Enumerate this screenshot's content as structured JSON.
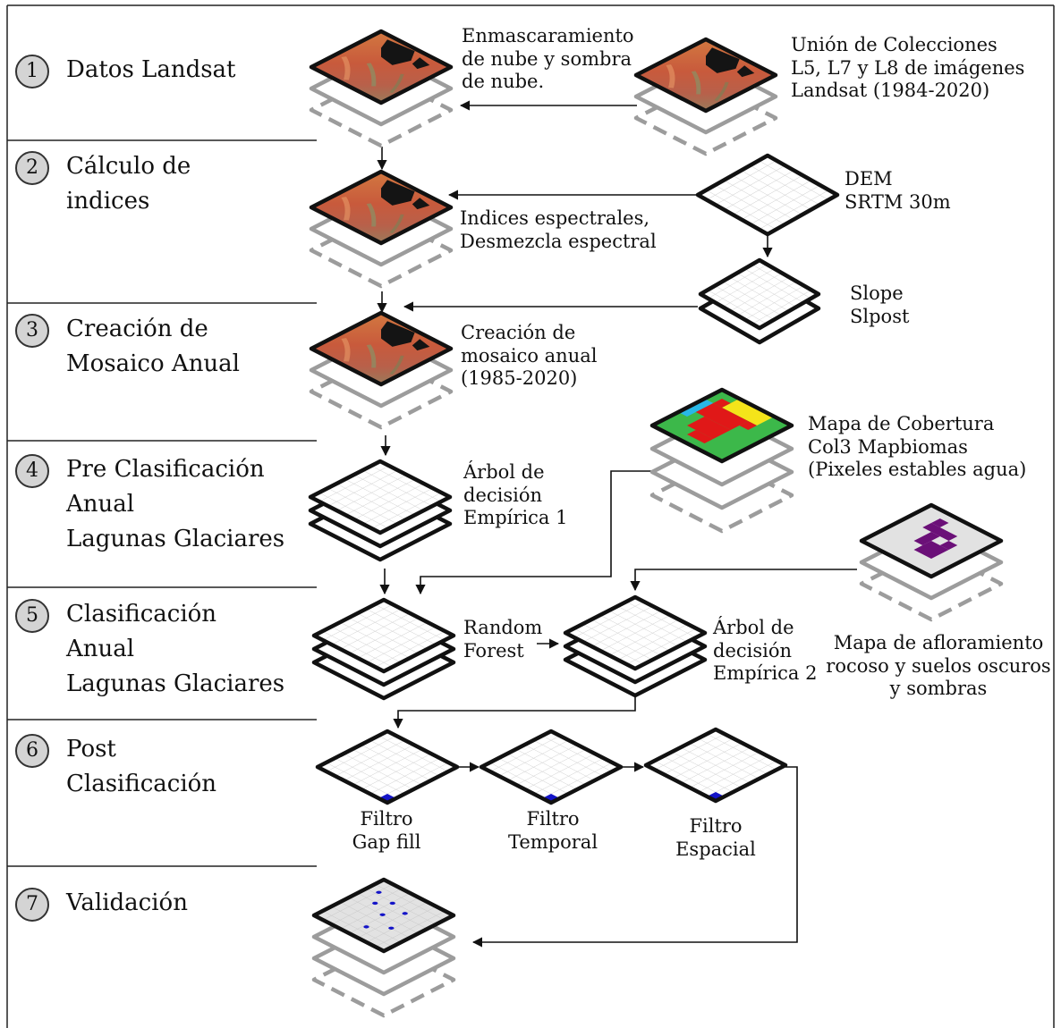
{
  "steps": [
    {
      "number": "1",
      "title": "Datos Landsat"
    },
    {
      "number": "2",
      "title": "Cálculo de\nindices"
    },
    {
      "number": "3",
      "title": "Creación de\nMosaico Anual"
    },
    {
      "number": "4",
      "title": "Pre Clasificación\nAnual\nLagunas Glaciares"
    },
    {
      "number": "5",
      "title": "Clasificación\nAnual\nLagunas Glaciares"
    },
    {
      "number": "6",
      "title": "Post\nClasificación"
    },
    {
      "number": "7",
      "title": "Validación"
    }
  ],
  "notes": {
    "cloud_mask": "Enmascaramiento\nde nube y sombra\nde nube.",
    "collections": "Unión de Colecciones\nL5, L7 y L8 de imágenes\nLandsat (1984-2020)",
    "indices": "Indices espectrales,\nDesmezcla espectral",
    "dem": "DEM\nSRTM 30m",
    "slope": "Slope\nSlpost",
    "mosaic": "Creación de\nmosaico anual\n(1985-2020)",
    "mapbiomas": "Mapa de Cobertura\nCol3 Mapbiomas\n(Pixeles estables agua)",
    "tree1": "Árbol de\ndecisión\nEmpírica 1",
    "random_forest": "Random\nForest",
    "tree2": "Árbol de\ndecisión\nEmpírica 2",
    "outcrop": "Mapa de afloramiento\nrocoso y suelos oscuros\ny sombras",
    "gap_fill": "Filtro\nGap fill",
    "temporal": "Filtro\nTemporal",
    "spatial": "Filtro\nEspacial"
  },
  "colors": {
    "line": "#111111",
    "grid": "#bdbdbd",
    "pale_layer": "#9c9c9c",
    "step_circle": "#d4d4d4",
    "pixel_blue": "#1414c8",
    "water_purple": "#6b1078",
    "cover_red": "#e01818",
    "cover_green": "#3cb84a",
    "cover_yellow": "#f4e41a",
    "cover_cyan": "#28b8e8",
    "landsat_orange": "#c8683a",
    "landsat_dark": "#141414"
  }
}
